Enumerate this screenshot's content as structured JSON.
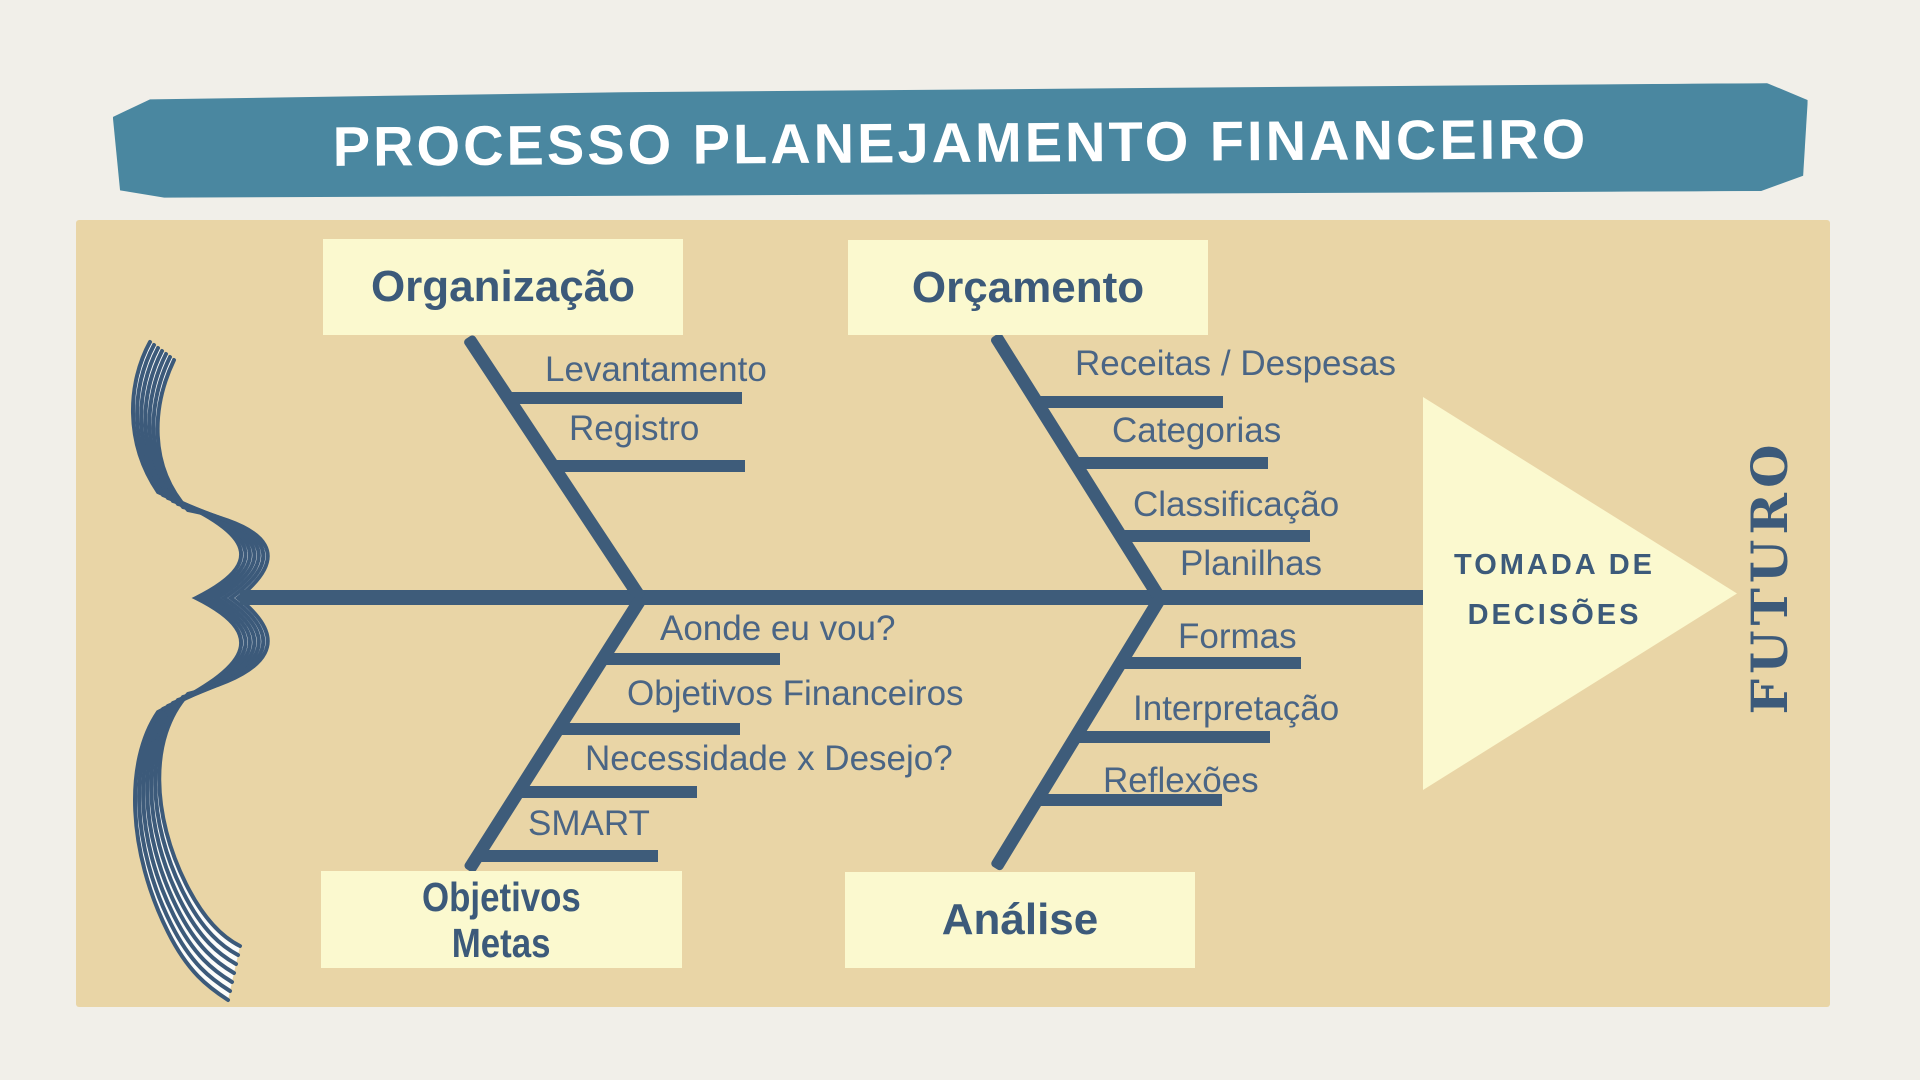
{
  "title": "PROCESSO PLANEJAMENTO FINANCEIRO",
  "colors": {
    "banner": "#4a87a0",
    "panel": "#e9d5a6",
    "box": "#fbf9cf",
    "line": "#3e5c7a",
    "label_text": "#4a6585",
    "title_text": "#ffffff",
    "background": "#f1efe9"
  },
  "diagram": {
    "type": "fishbone",
    "decision": {
      "label": "TOMADA DE DECISÕES",
      "line1": "TOMADA DE",
      "line2": "DECISÕES"
    },
    "future": "FUTURO",
    "categories": [
      {
        "id": "organizacao",
        "label": "Organização",
        "position": "top-left",
        "items": [
          "Levantamento",
          "Registro"
        ]
      },
      {
        "id": "orcamento",
        "label": "Orçamento",
        "position": "top-right",
        "items": [
          "Receitas / Despesas",
          "Categorias",
          "Classificação",
          "Planilhas"
        ]
      },
      {
        "id": "objetivos-metas",
        "label": "Objetivos Metas",
        "lines": [
          "Objetivos",
          "Metas"
        ],
        "position": "bottom-left",
        "items": [
          "Aonde eu vou?",
          "Objetivos Financeiros",
          "Necessidade x Desejo?",
          "SMART"
        ]
      },
      {
        "id": "analise",
        "label": "Análise",
        "position": "bottom-right",
        "items": [
          "Formas",
          "Interpretação",
          "Reflexões"
        ]
      }
    ]
  }
}
